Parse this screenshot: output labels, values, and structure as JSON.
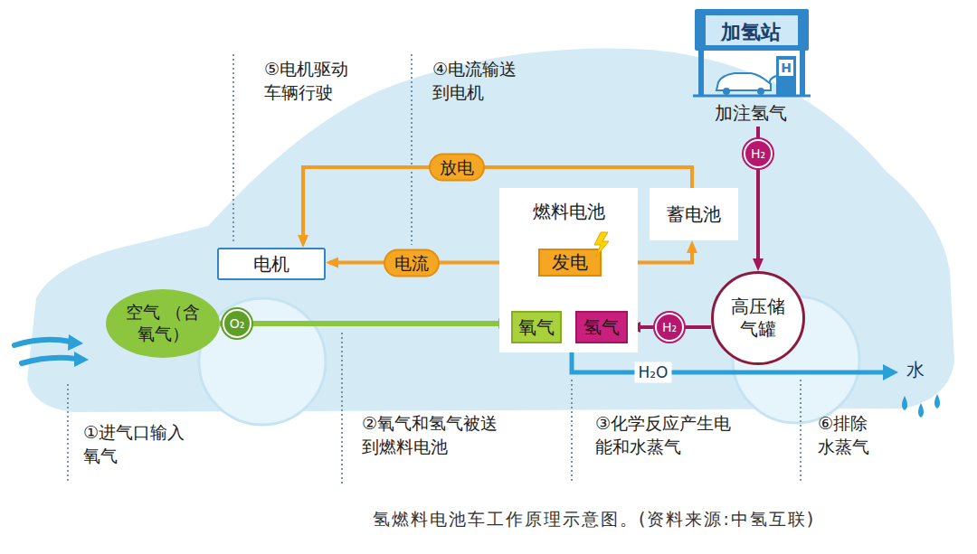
{
  "diagram": {
    "caption": "氢燃料电池车工作原理示意图。(资料来源:中氢互联)",
    "nodes": [
      {
        "text": [
          "加氢站",
          "加注氢气"
        ]
      },
      {
        "text": [
          "电机"
        ]
      },
      {
        "text": [
          "燃料电池"
        ]
      },
      {
        "text": [
          "发电"
        ],
        "in": 2
      },
      {
        "text": [
          "氧气"
        ],
        "in": 2
      },
      {
        "text": [
          "氢气"
        ],
        "in": 2
      },
      {
        "text": [
          "蓄电池"
        ]
      },
      {
        "text": [
          "空气 （含氧气）"
        ]
      },
      {
        "text": [
          "高压储 气罐"
        ]
      }
    ],
    "edges": [
      {
        "from": 7,
        "to": 4,
        "arrow": "to",
        "label": "O₂"
      },
      {
        "from": 0,
        "to": 8,
        "arrow": "to",
        "label": "H₂"
      },
      {
        "from": 8,
        "to": 5,
        "arrow": "to",
        "label": "H₂"
      },
      {
        "from": 3,
        "to": 1,
        "arrow": "to",
        "label": "电流"
      },
      {
        "from": 3,
        "to": 6,
        "arrow": "to"
      },
      {
        "from": 6,
        "to": 1,
        "arrow": "to",
        "label": "放电"
      }
    ],
    "labels": [
      "⑤电机驱动 车辆行驶",
      "④电流输送 到电机",
      "H",
      "H₂O",
      "水",
      "①进气口输入 氧气",
      "②氧气和氢气被送 到燃料电池",
      "③化学反应产生电 能和水蒸气",
      "⑥排除 水蒸气"
    ]
  }
}
